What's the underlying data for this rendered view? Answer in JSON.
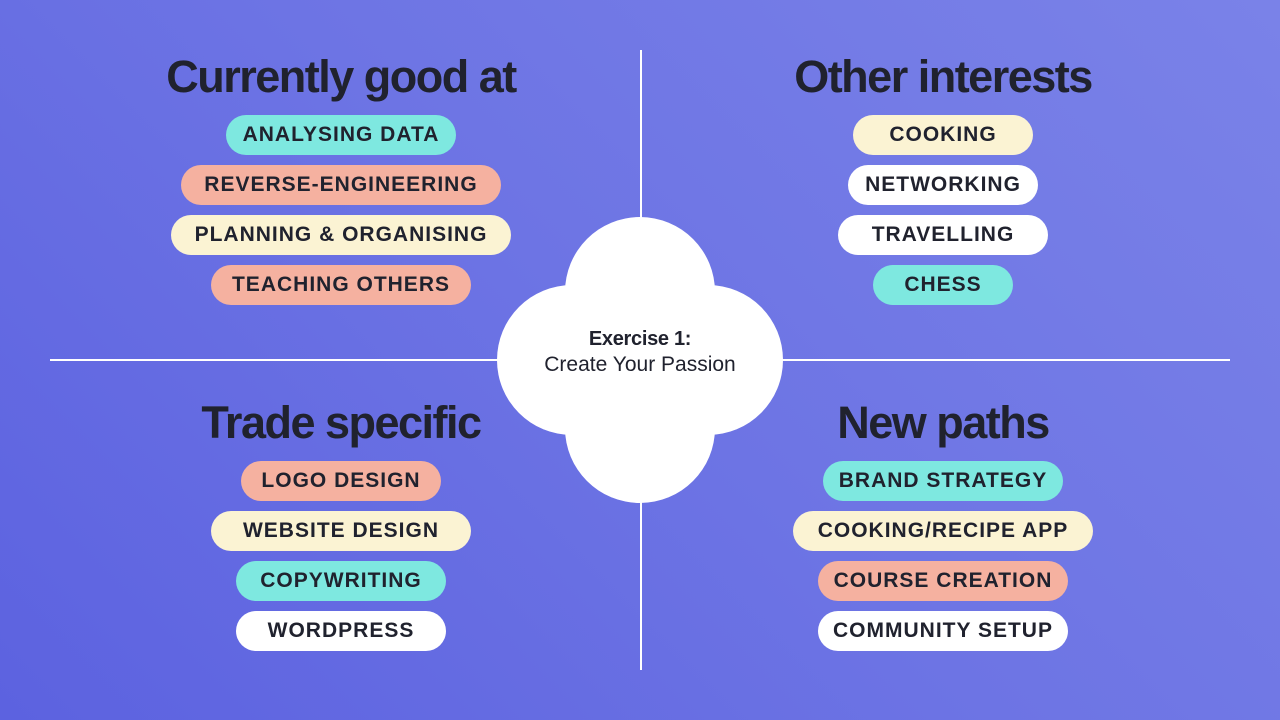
{
  "center": {
    "title": "Exercise 1:",
    "subtitle": "Create Your Passion"
  },
  "quadrants": {
    "top_left": {
      "title": "Currently good at",
      "items": [
        {
          "label": "ANALYSING DATA",
          "color": "#7ee8e0"
        },
        {
          "label": "REVERSE-ENGINEERING",
          "color": "#f5b1a0"
        },
        {
          "label": "PLANNING & ORGANISING",
          "color": "#fbf3d3"
        },
        {
          "label": "TEACHING OTHERS",
          "color": "#f5b1a0"
        }
      ]
    },
    "top_right": {
      "title": "Other interests",
      "items": [
        {
          "label": "COOKING",
          "color": "#fbf3d3"
        },
        {
          "label": "NETWORKING",
          "color": "#ffffff"
        },
        {
          "label": "TRAVELLING",
          "color": "#ffffff"
        },
        {
          "label": "CHESS",
          "color": "#7ee8e0"
        }
      ]
    },
    "bottom_left": {
      "title": "Trade specific",
      "items": [
        {
          "label": "LOGO DESIGN",
          "color": "#f5b1a0"
        },
        {
          "label": "WEBSITE DESIGN",
          "color": "#fbf3d3"
        },
        {
          "label": "COPYWRITING",
          "color": "#7ee8e0"
        },
        {
          "label": "WORDPRESS",
          "color": "#ffffff"
        }
      ]
    },
    "bottom_right": {
      "title": "New paths",
      "items": [
        {
          "label": "BRAND STRATEGY",
          "color": "#7ee8e0"
        },
        {
          "label": "COOKING/RECIPE APP",
          "color": "#fbf3d3"
        },
        {
          "label": "COURSE CREATION",
          "color": "#f5b1a0"
        },
        {
          "label": "COMMUNITY SETUP",
          "color": "#ffffff"
        }
      ]
    }
  },
  "colors": {
    "background": "#6d74e4",
    "text": "#20222e",
    "divider": "#ffffff",
    "cloud": "#ffffff"
  }
}
